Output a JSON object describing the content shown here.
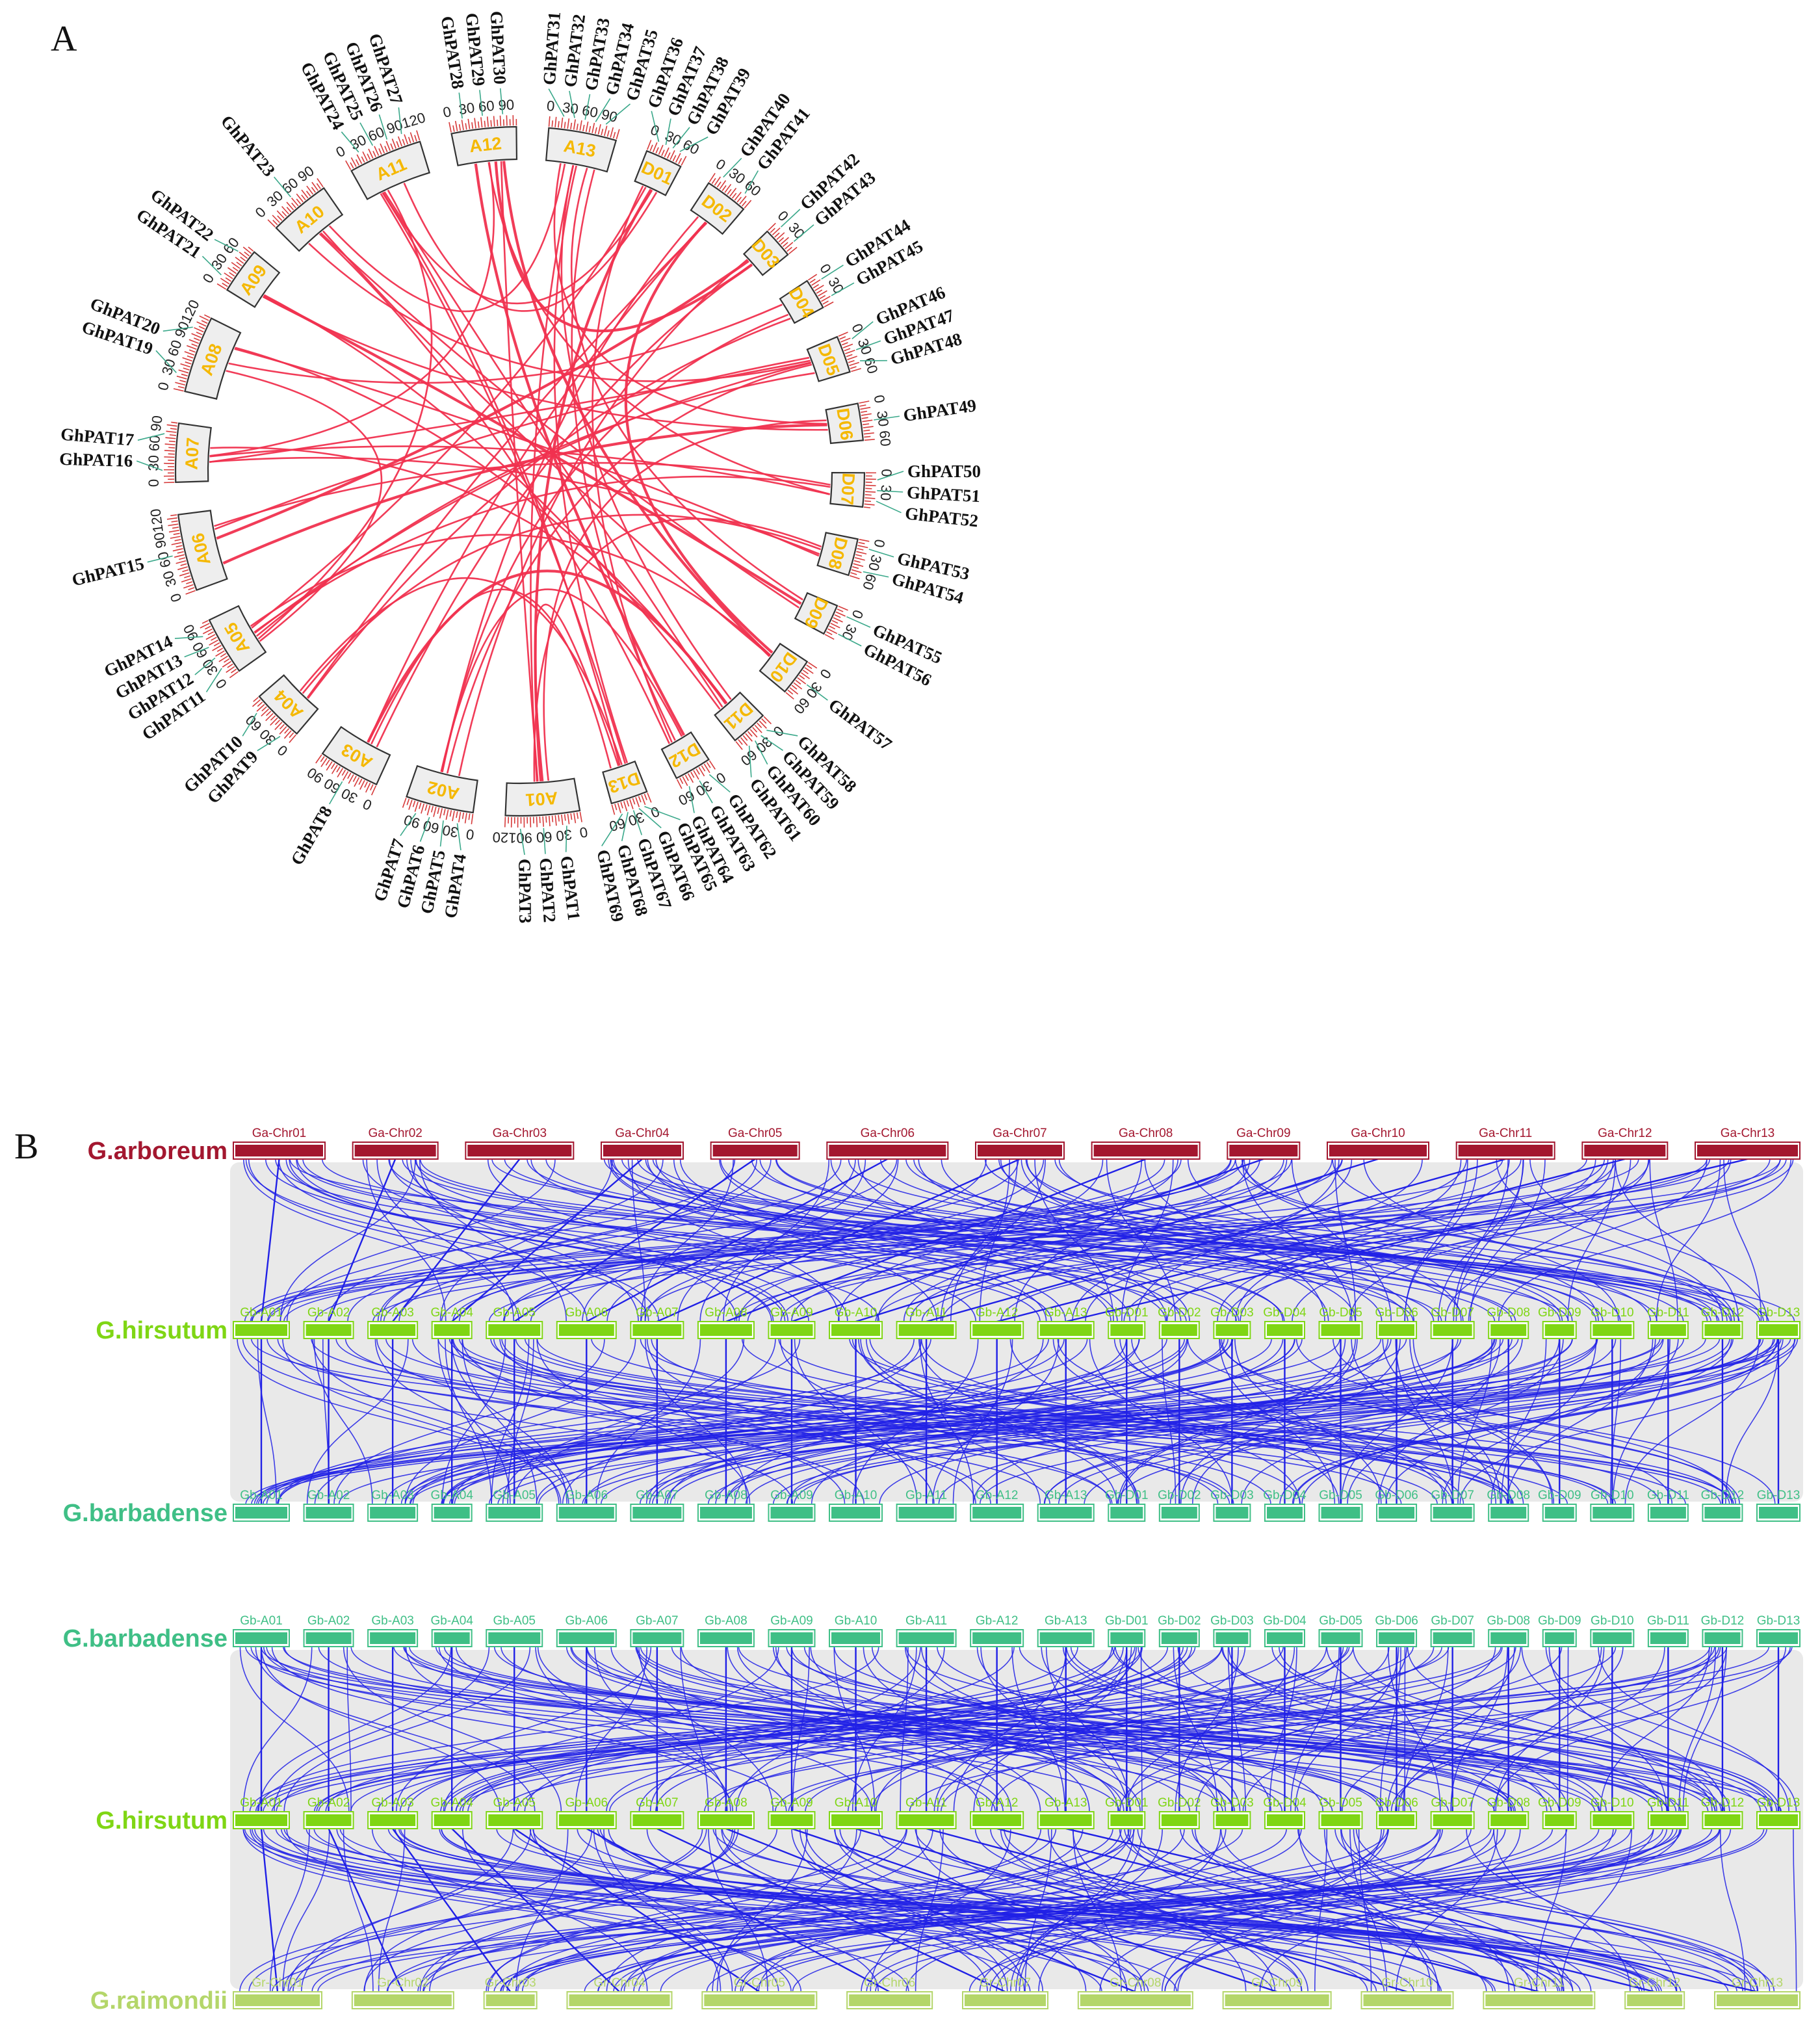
{
  "panel_a": {
    "letter": "A",
    "chromosomes": [
      "A01",
      "A02",
      "A03",
      "A04",
      "A05",
      "A06",
      "A07",
      "A08",
      "A09",
      "A10",
      "A11",
      "A12",
      "A13",
      "D01",
      "D02",
      "D03",
      "D04",
      "D05",
      "D06",
      "D07",
      "D08",
      "D09",
      "D10",
      "D11",
      "D12",
      "D13"
    ],
    "chrom_lengths": [
      120,
      110,
      100,
      85,
      95,
      125,
      95,
      125,
      75,
      100,
      120,
      105,
      110,
      60,
      70,
      50,
      50,
      60,
      60,
      55,
      60,
      50,
      60,
      60,
      60,
      60
    ],
    "tick_values": [
      "0",
      "30",
      "60",
      "90",
      "120"
    ],
    "genes": [
      {
        "chrom": "A01",
        "names": [
          "GhPAT1",
          "GhPAT2",
          "GhPAT3"
        ]
      },
      {
        "chrom": "A02",
        "names": [
          "GhPAT4",
          "GhPAT5",
          "GhPAT6",
          "GhPAT7"
        ]
      },
      {
        "chrom": "A03",
        "names": [
          "GhPAT8"
        ]
      },
      {
        "chrom": "A04",
        "names": [
          "GhPAT9",
          "GhPAT10"
        ]
      },
      {
        "chrom": "A05",
        "names": [
          "GhPAT11",
          "GhPAT12",
          "GhPAT13",
          "GhPAT14"
        ]
      },
      {
        "chrom": "A06",
        "names": [
          "GhPAT15"
        ]
      },
      {
        "chrom": "A07",
        "names": [
          "GhPAT16",
          "GhPAT17"
        ]
      },
      {
        "chrom": "A08",
        "names": [
          "GhPAT19",
          "GhPAT20"
        ]
      },
      {
        "chrom": "A09",
        "names": [
          "GhPAT21",
          "GhPAT22"
        ]
      },
      {
        "chrom": "A10",
        "names": [
          "GhPAT23"
        ]
      },
      {
        "chrom": "A11",
        "names": [
          "GhPAT24",
          "GhPAT25",
          "GhPAT26",
          "GhPAT27"
        ]
      },
      {
        "chrom": "A12",
        "names": [
          "GhPAT28",
          "GhPAT29",
          "GhPAT30"
        ]
      },
      {
        "chrom": "A13",
        "names": [
          "GhPAT31",
          "GhPAT32",
          "GhPAT33",
          "GhPAT34",
          "GhPAT35"
        ]
      },
      {
        "chrom": "D01",
        "names": [
          "GhPAT36",
          "GhPAT37",
          "GhPAT38",
          "GhPAT39"
        ]
      },
      {
        "chrom": "D02",
        "names": [
          "GhPAT40",
          "GhPAT41"
        ]
      },
      {
        "chrom": "D03",
        "names": [
          "GhPAT42",
          "GhPAT43"
        ]
      },
      {
        "chrom": "D04",
        "names": [
          "GhPAT44",
          "GhPAT45"
        ]
      },
      {
        "chrom": "D05",
        "names": [
          "GhPAT46",
          "GhPAT47",
          "GhPAT48"
        ]
      },
      {
        "chrom": "D06",
        "names": [
          "GhPAT49"
        ]
      },
      {
        "chrom": "D07",
        "names": [
          "GhPAT50",
          "GhPAT51",
          "GhPAT52"
        ]
      },
      {
        "chrom": "D08",
        "names": [
          "GhPAT53",
          "GhPAT54"
        ]
      },
      {
        "chrom": "D09",
        "names": [
          "GhPAT55",
          "GhPAT56"
        ]
      },
      {
        "chrom": "D10",
        "names": [
          "GhPAT57"
        ]
      },
      {
        "chrom": "D11",
        "names": [
          "GhPAT58",
          "GhPAT59",
          "GhPAT60",
          "GhPAT61"
        ]
      },
      {
        "chrom": "D12",
        "names": [
          "GhPAT62",
          "GhPAT63",
          "GhPAT64"
        ]
      },
      {
        "chrom": "D13",
        "names": [
          "GhPAT65",
          "GhPAT66",
          "GhPAT67",
          "GhPAT68",
          "GhPAT69"
        ]
      }
    ],
    "colors": {
      "link": "#f0314f",
      "ticks": "#d63a3a",
      "gene_line": "#3aa88a",
      "chrom_fill": "#eeeeee",
      "chrom_stroke": "#333333",
      "chrom_label": "#f5b800"
    }
  },
  "panel_b": {
    "letter": "B",
    "gh_chroms": [
      "Gb-A01",
      "Gb-A02",
      "Gb-A03",
      "Gb-A04",
      "Gb-A05",
      "Gb-A06",
      "Gb-A07",
      "Gb-A08",
      "Gb-A09",
      "Gb-A10",
      "Gb-A11",
      "Gb-A12",
      "Gb-A13",
      "Gb-D01",
      "Gb-D02",
      "Gb-D03",
      "Gb-D04",
      "Gb-D05",
      "Gb-D06",
      "Gb-D07",
      "Gb-D08",
      "Gb-D09",
      "Gb-D10",
      "Gb-D11",
      "Gb-D12",
      "Gb-D13"
    ],
    "gh_widths": [
      80,
      70,
      70,
      55,
      80,
      85,
      75,
      80,
      65,
      75,
      85,
      75,
      80,
      50,
      55,
      50,
      55,
      60,
      55,
      60,
      55,
      45,
      60,
      55,
      55,
      60
    ],
    "ga_chroms": [
      "Ga-Chr01",
      "Ga-Chr02",
      "Ga-Chr03",
      "Ga-Chr04",
      "Ga-Chr05",
      "Ga-Chr06",
      "Ga-Chr07",
      "Ga-Chr08",
      "Ga-Chr09",
      "Ga-Chr10",
      "Ga-Chr11",
      "Ga-Chr12",
      "Ga-Chr13"
    ],
    "ga_widths": [
      135,
      125,
      160,
      120,
      130,
      180,
      130,
      160,
      105,
      150,
      145,
      125,
      155
    ],
    "gr_chroms": [
      "Gr-Chr01",
      "Gr-Chr02",
      "Gr-Chr03",
      "Gr-Chr04",
      "Gr-Chr05",
      "Gr-Chr06",
      "Gr-Chr07",
      "Gr-Chr08",
      "Gr-Chr09",
      "Gr-Chr10",
      "Gr-Chr11",
      "Gr-Chr12",
      "Gr-Chr13"
    ],
    "gr_widths": [
      130,
      150,
      75,
      155,
      170,
      125,
      125,
      170,
      160,
      135,
      165,
      85,
      125
    ],
    "tracks_top": [
      "G.arboreum",
      "G.hirsutum",
      "G.barbadense"
    ],
    "tracks_bottom": [
      "G.barbadense",
      "G.hirsutum",
      "G.raimondii"
    ],
    "colors": {
      "arboreum": "#a3172f",
      "hirsutum": "#7fd614",
      "barbadense": "#3fbf86",
      "raimondii": "#b4d66a",
      "link": "#2020e6",
      "background_links": "#e9e9e9"
    }
  }
}
